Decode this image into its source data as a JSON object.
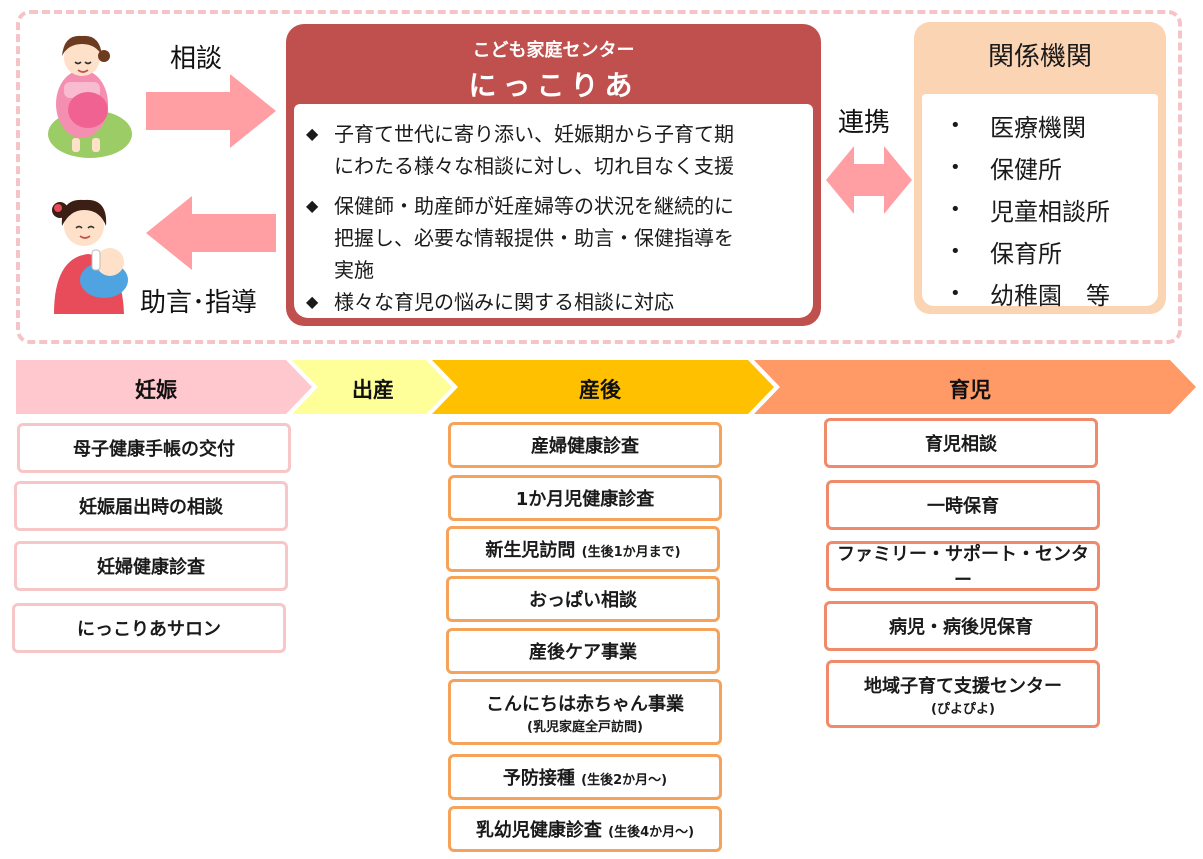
{
  "top": {
    "label_consult": "相談",
    "label_advice": "助言･指導",
    "label_link": "連携",
    "center": {
      "title_small": "こども家庭センター",
      "title_large": "にっこりあ",
      "bullets": [
        [
          "子育て世代に寄り添い、妊娠期から子育て期",
          "にわたる様々な相談に対し、切れ目なく支援"
        ],
        [
          "保健師・助産師が妊産婦等の状況を継続的に",
          "把握し、必要な情報提供・助言・保健指導を",
          "実施"
        ],
        [
          "様々な育児の悩みに関する相談に対応"
        ]
      ],
      "bullet_marker": "◆"
    },
    "partners": {
      "title": "関係機関",
      "marker": "•",
      "items": [
        "医療機関",
        "保健所",
        "児童相談所",
        "保育所",
        "幼稚園　等"
      ]
    }
  },
  "stages": [
    "妊娠",
    "出産",
    "産後",
    "育児"
  ],
  "services": {
    "pregnancy": [
      "母子健康手帳の交付",
      "妊娠届出時の相談",
      "妊婦健康診査",
      "にっこりあサロン"
    ],
    "postpartum": [
      {
        "main": "産婦健康診査",
        "note": ""
      },
      {
        "main": "1か月児健康診査",
        "note": ""
      },
      {
        "main": "新生児訪問",
        "note": "(生後1か月まで)"
      },
      {
        "main": "おっぱい相談",
        "note": ""
      },
      {
        "main": "産後ケア事業",
        "note": ""
      },
      {
        "main": "こんにちは赤ちゃん事業",
        "sub": "(乳児家庭全戸訪問)"
      },
      {
        "main": "予防接種",
        "note": "(生後2か月～)"
      },
      {
        "main": "乳幼児健康診査",
        "note": "(生後4か月～)"
      }
    ],
    "childcare": [
      {
        "main": "育児相談"
      },
      {
        "main": "一時保育"
      },
      {
        "main": "ファミリー・サポート・センター"
      },
      {
        "main": "病児・病後児保育"
      },
      {
        "main": "地域子育て支援センター",
        "sub": "(ぴよぴよ)"
      }
    ]
  },
  "colors": {
    "center_red": "#c0504d",
    "partner_peach": "#fbd4b4",
    "stage_pregnancy": "#ffc7ce",
    "stage_birth": "#ffff99",
    "stage_postpartum": "#ffc000",
    "stage_childcare": "#ff9966"
  }
}
